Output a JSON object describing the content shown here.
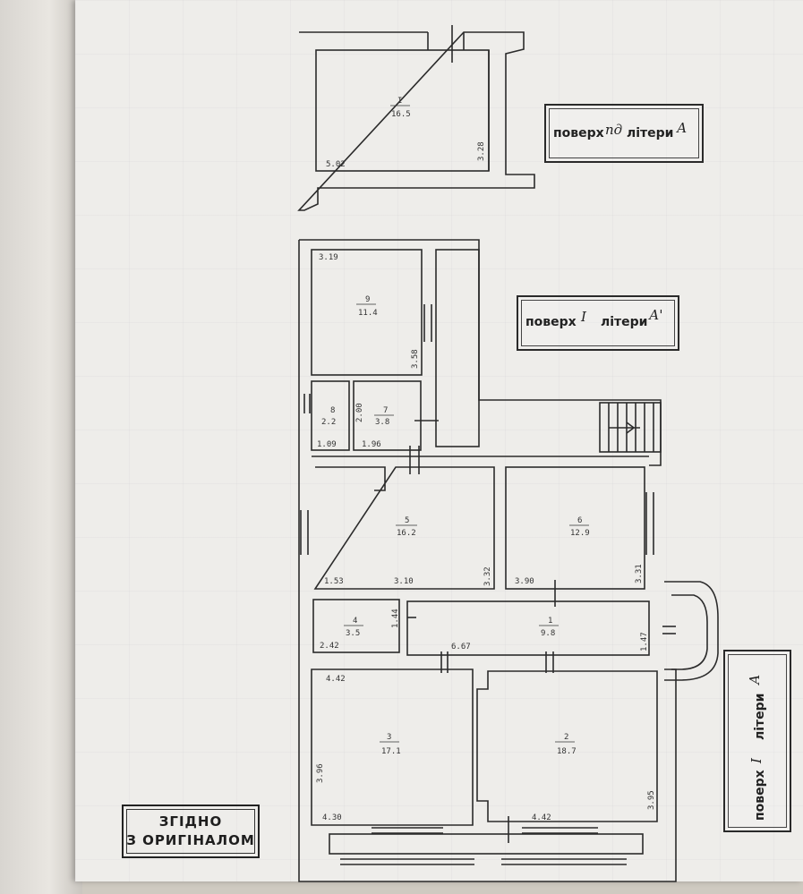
{
  "stamps": {
    "upper": {
      "word1": "поверх",
      "floor": "пд",
      "word2": "літери",
      "letter": "А"
    },
    "middle": {
      "word1": "поверх",
      "floor": "І",
      "word2": "літери",
      "letter": "А'"
    },
    "right": {
      "word1": "поверх",
      "floor": "І",
      "word2": "літери",
      "letter": "А"
    }
  },
  "certification": {
    "line1": "ЗГІДНО",
    "line2": "З ОРИГІНАЛОМ"
  },
  "rooms": [
    {
      "id": "I",
      "number": "I",
      "area": "16.5"
    },
    {
      "id": "9",
      "number": "9",
      "area": "11.4"
    },
    {
      "id": "8",
      "number": "8",
      "area": "2.2"
    },
    {
      "id": "7",
      "number": "7",
      "area": "3.8"
    },
    {
      "id": "5",
      "number": "5",
      "area": "16.2"
    },
    {
      "id": "6",
      "number": "6",
      "area": "12.9"
    },
    {
      "id": "4",
      "number": "4",
      "area": "3.5"
    },
    {
      "id": "1",
      "number": "1",
      "area": "9.8"
    },
    {
      "id": "3",
      "number": "3",
      "area": "17.1"
    },
    {
      "id": "2",
      "number": "2",
      "area": "18.7"
    }
  ],
  "dimensions": {
    "roomI_width": "5.02",
    "roomI_height": "3.28",
    "room9_width": "3.19",
    "room9_height": "3.58",
    "room8_width": "1.09",
    "room8_height": "2.00",
    "room7_width": "1.96",
    "room5_width1": "1.53",
    "room5_width2": "3.10",
    "room5_height": "3.32",
    "room6_width": "3.90",
    "room6_height": "3.31",
    "room4_width": "2.42",
    "room4_height": "1.44",
    "room1_width": "6.67",
    "room1_height": "1.47",
    "room3_width_top": "4.42",
    "room3_height": "3.96",
    "room3_width_bottom": "4.30",
    "room2_width": "4.42",
    "room2_height": "3.95"
  }
}
